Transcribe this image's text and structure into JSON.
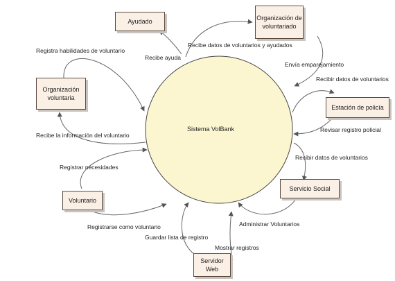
{
  "system": {
    "label": "Sistema VolBank"
  },
  "entities": {
    "ayudado": "Ayudado",
    "org_voluntariado": "Organización de voluntariado",
    "org_voluntaria": "Organización voluntaria",
    "estacion_policia": "Estación de policía",
    "servicio_social": "Servicio Social",
    "voluntario": "Voluntario",
    "servidor_web": "Servidor Web"
  },
  "flows": {
    "recibe_ayuda": "Recibe ayuda",
    "recibe_datos_vol_ayudados": "Recibe datos de voluntarios y ayudados",
    "envia_emparejamiento": "Envía emparejamiento",
    "registra_habilidades": "Registra habilidades de voluntario",
    "recibir_datos_vol_policia": "Recibir datos de voluntarios",
    "revisar_registro_policial": "Revisar registro policial",
    "recibe_info_voluntario": "Recibe la información del voluntario",
    "recibir_datos_vol_servicio": "Recibir datos de voluntarios",
    "registrar_necesidades": "Registrar necesidades",
    "registrarse_como_voluntario": "Registrarse como voluntario",
    "administrar_voluntarios": "Administrar Voluntarios",
    "guardar_lista_registro": "Guardar lista de registro",
    "mostrar_registros": "Mostrar registros"
  }
}
